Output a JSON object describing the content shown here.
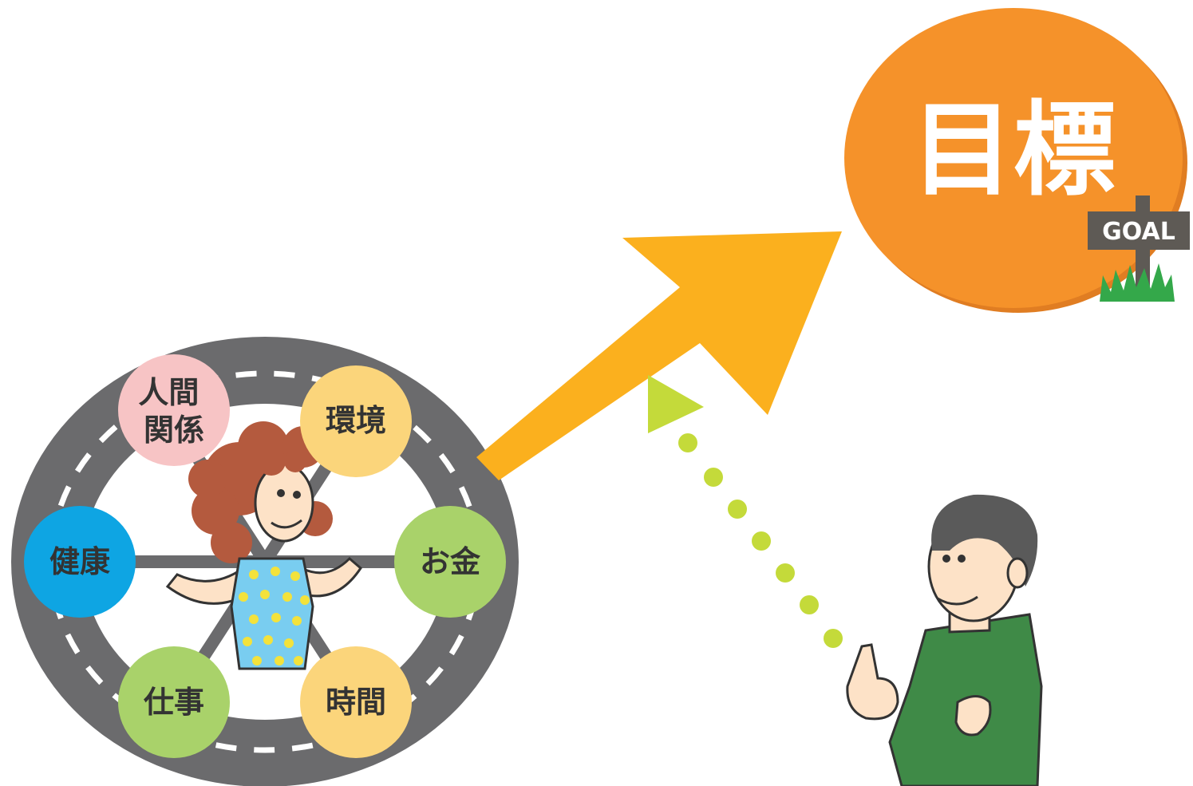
{
  "goal": {
    "label": "目標",
    "sign": "GOAL"
  },
  "wheel": {
    "nodes": [
      {
        "id": "relationships",
        "lines": [
          "人間",
          "関係"
        ]
      },
      {
        "id": "environment",
        "lines": [
          "環境"
        ]
      },
      {
        "id": "health",
        "lines": [
          "健康"
        ]
      },
      {
        "id": "money",
        "lines": [
          "お金"
        ]
      },
      {
        "id": "work",
        "lines": [
          "仕事"
        ]
      },
      {
        "id": "time",
        "lines": [
          "時間"
        ]
      }
    ]
  },
  "colors": {
    "goal_circle": "#f5922a",
    "arrow": "#fbb01e",
    "dotted_arrow": "#c4da3a",
    "road": "#6b6b6d",
    "road_dash": "#ffffff",
    "node_relationships": "#f7c4c5",
    "node_environment": "#fbd57b",
    "node_health": "#0ea5e3",
    "node_money": "#a9d26a",
    "node_work": "#a9d26a",
    "node_time": "#fbd57b",
    "sign_board": "#5e5a55",
    "grass": "#34a84a",
    "man_shirt": "#3f8a47",
    "woman_dress": "#79cdf0",
    "woman_hair": "#b45a3e"
  },
  "figures": [
    "woman-character",
    "man-character"
  ]
}
